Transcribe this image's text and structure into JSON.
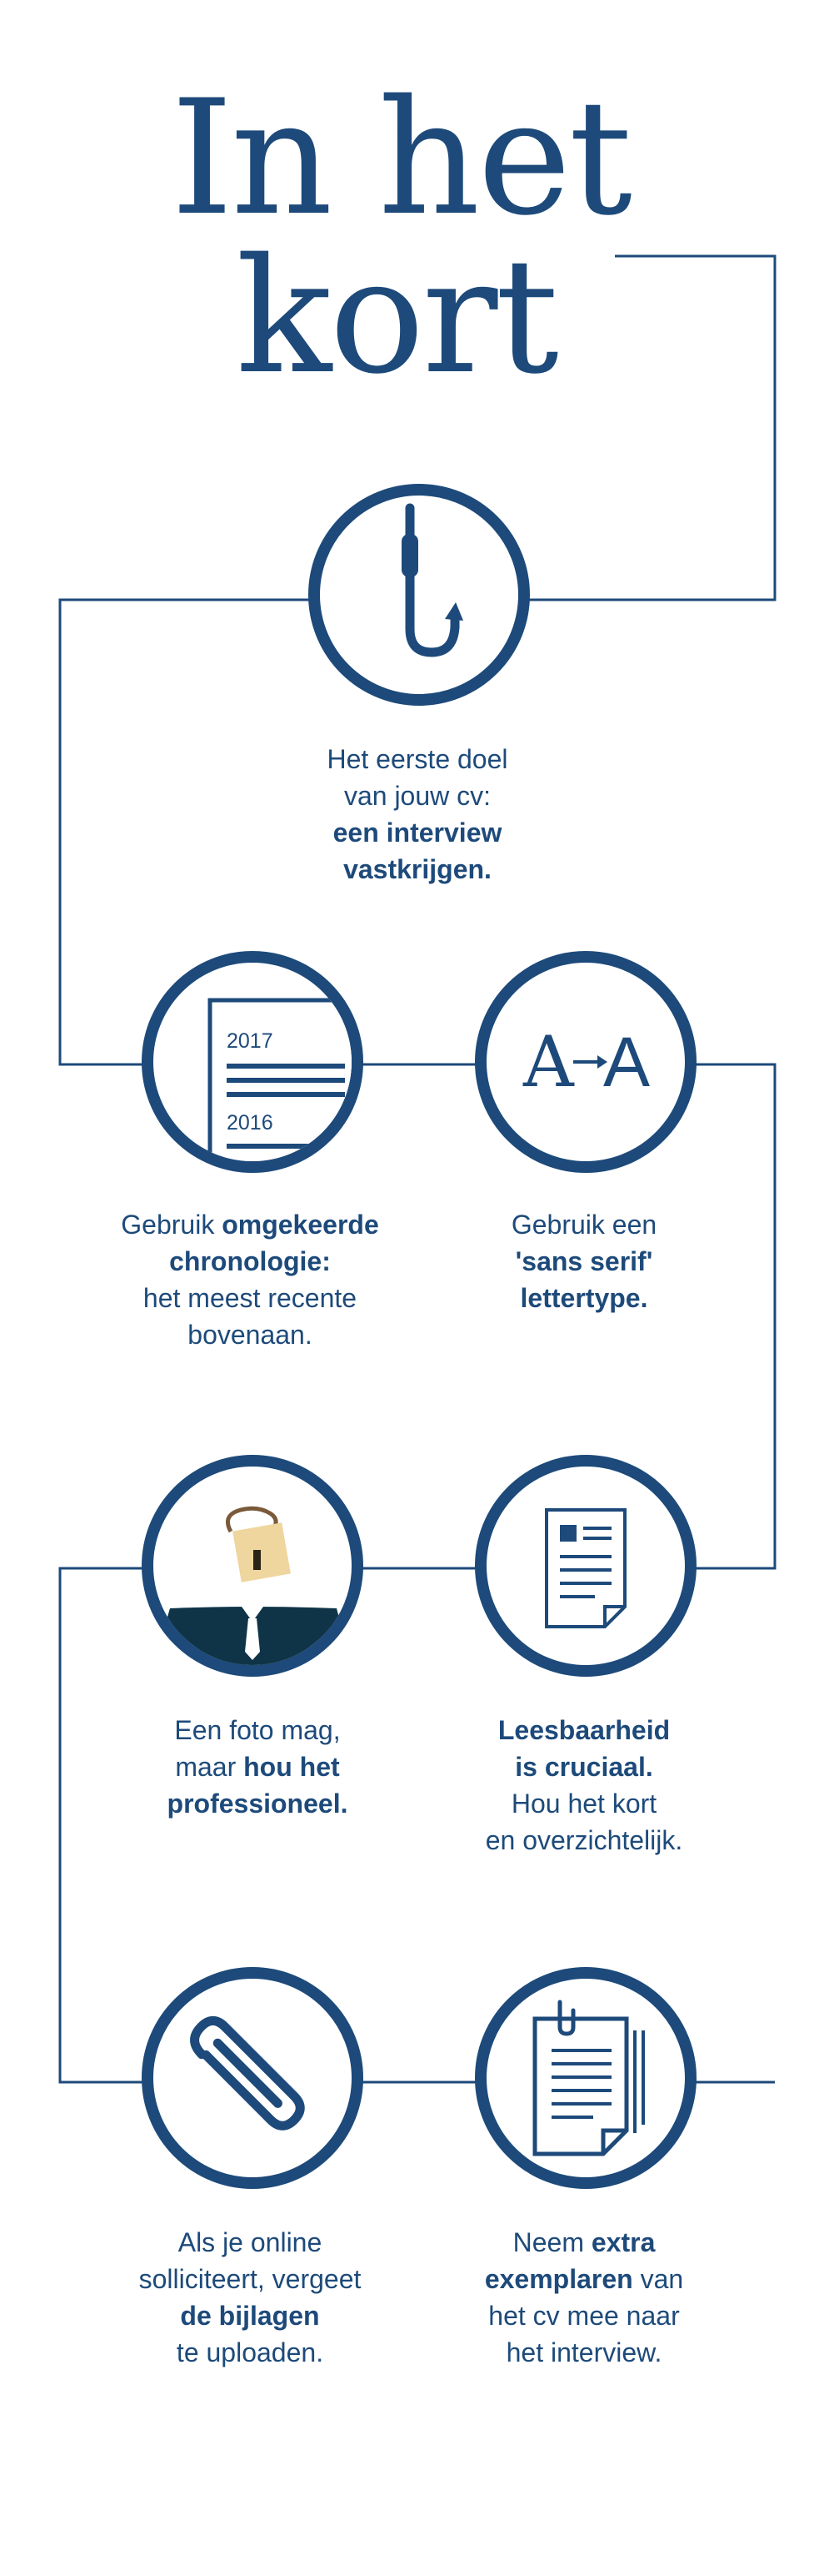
{
  "title": {
    "line1": "In het",
    "line2": "kort"
  },
  "colors": {
    "navy": "#1d4a7a",
    "dark_teal": "#0f3447",
    "tag": "#efd59e",
    "string": "#7a5a3a"
  },
  "tips": [
    {
      "icon": "fishhook-icon",
      "lines": [
        {
          "normal": "Het eerste doel"
        },
        {
          "normal": "van jouw cv:"
        },
        {
          "bold": "een interview"
        },
        {
          "bold": "vastkrijgen."
        }
      ]
    },
    {
      "icon": "cv-document-icon",
      "years": [
        "2017",
        "2016"
      ],
      "lines": [
        {
          "normal": "Gebruik ",
          "bold": "omgekeerde"
        },
        {
          "bold": "chronologie:"
        },
        {
          "normal": "het meest recente"
        },
        {
          "normal": "bovenaan."
        }
      ]
    },
    {
      "icon": "font-change-icon",
      "glyph_from": "A",
      "glyph_to": "A",
      "lines": [
        {
          "normal": "Gebruik een"
        },
        {
          "bold": "'sans serif'"
        },
        {
          "bold": "lettertype."
        }
      ]
    },
    {
      "icon": "suit-photo-icon",
      "lines": [
        {
          "normal": "Een foto mag,"
        },
        {
          "normal": "maar ",
          "bold": "hou het"
        },
        {
          "bold": "professioneel."
        }
      ]
    },
    {
      "icon": "document-icon",
      "lines": [
        {
          "bold": "Leesbaarheid"
        },
        {
          "bold": "is cruciaal."
        },
        {
          "normal": "Hou het kort"
        },
        {
          "normal": "en overzichtelijk."
        }
      ]
    },
    {
      "icon": "paperclip-icon",
      "lines": [
        {
          "normal": "Als je online"
        },
        {
          "normal": "solliciteert, vergeet"
        },
        {
          "bold": "de bijlagen"
        },
        {
          "normal": "te uploaden."
        }
      ]
    },
    {
      "icon": "document-copies-icon",
      "lines": [
        {
          "normal": "Neem ",
          "bold": "extra"
        },
        {
          "bold": "exemplaren",
          "normal": " van"
        },
        {
          "normal": "het cv mee naar"
        },
        {
          "normal": "het interview."
        }
      ]
    }
  ]
}
